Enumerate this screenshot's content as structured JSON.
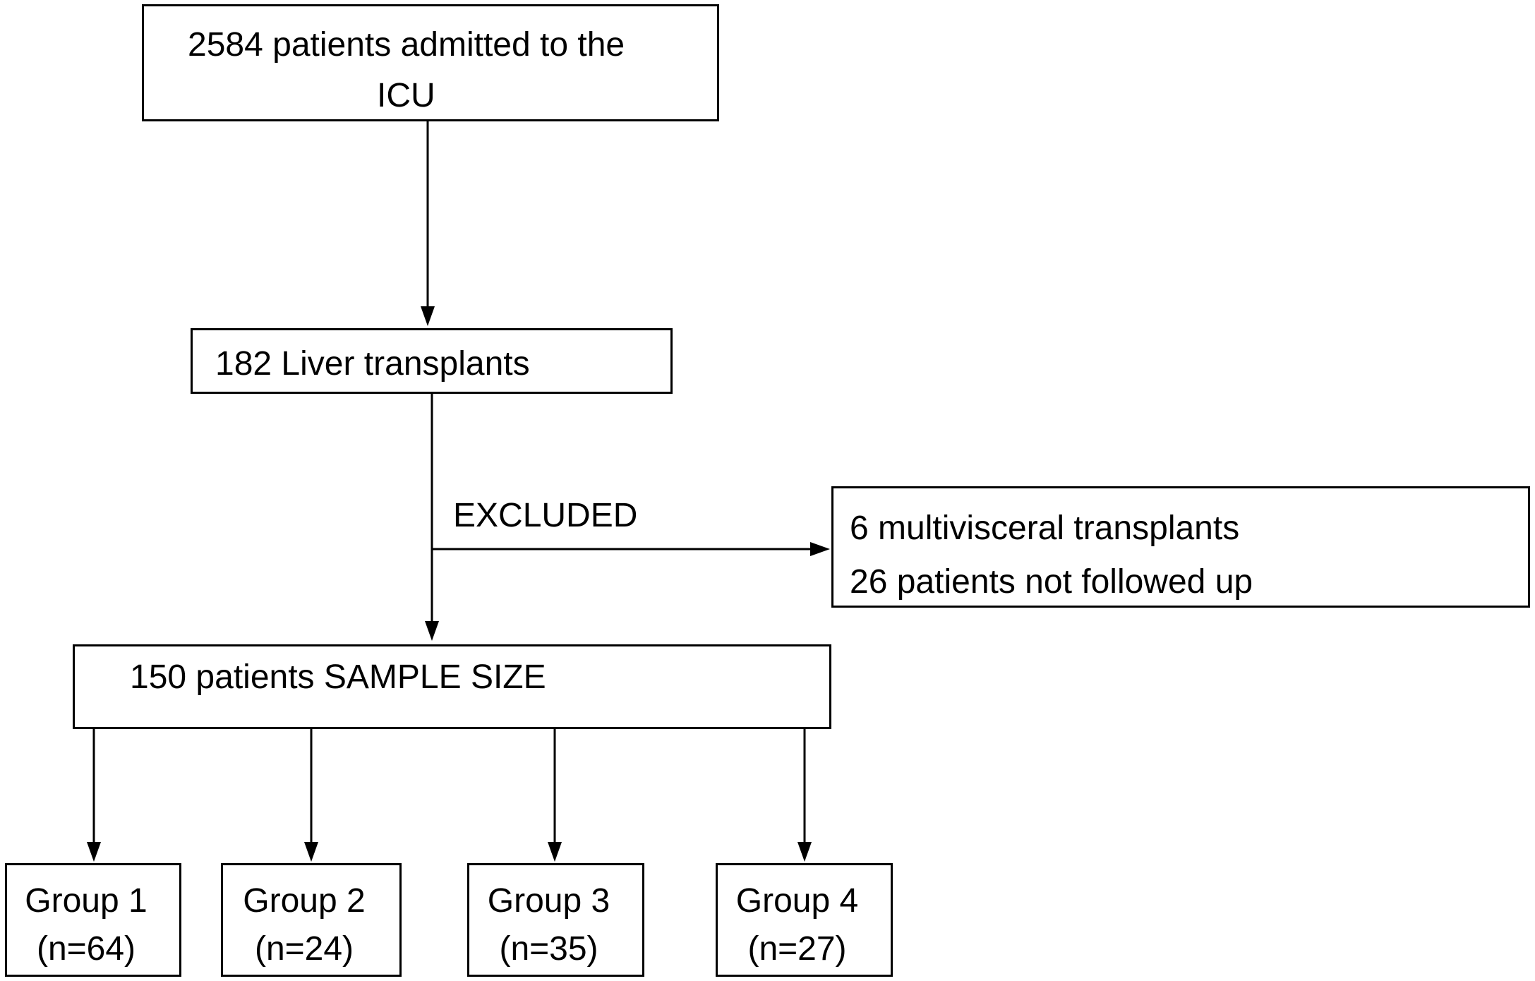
{
  "admitted": {
    "line1": "2584 patients admitted to the",
    "line2": "ICU"
  },
  "liver_transplants": "182 Liver transplants",
  "excluded_label": "EXCLUDED",
  "excluded": {
    "line1": "6 multivisceral transplants",
    "line2": "26 patients not followed up"
  },
  "sample_size": "150 patients SAMPLE SIZE",
  "groups": [
    {
      "label": "Group 1",
      "count": "(n=64)"
    },
    {
      "label": "Group 2",
      "count": "(n=24)"
    },
    {
      "label": "Group 3",
      "count": "(n=35)"
    },
    {
      "label": "Group 4",
      "count": "(n=27)"
    }
  ]
}
